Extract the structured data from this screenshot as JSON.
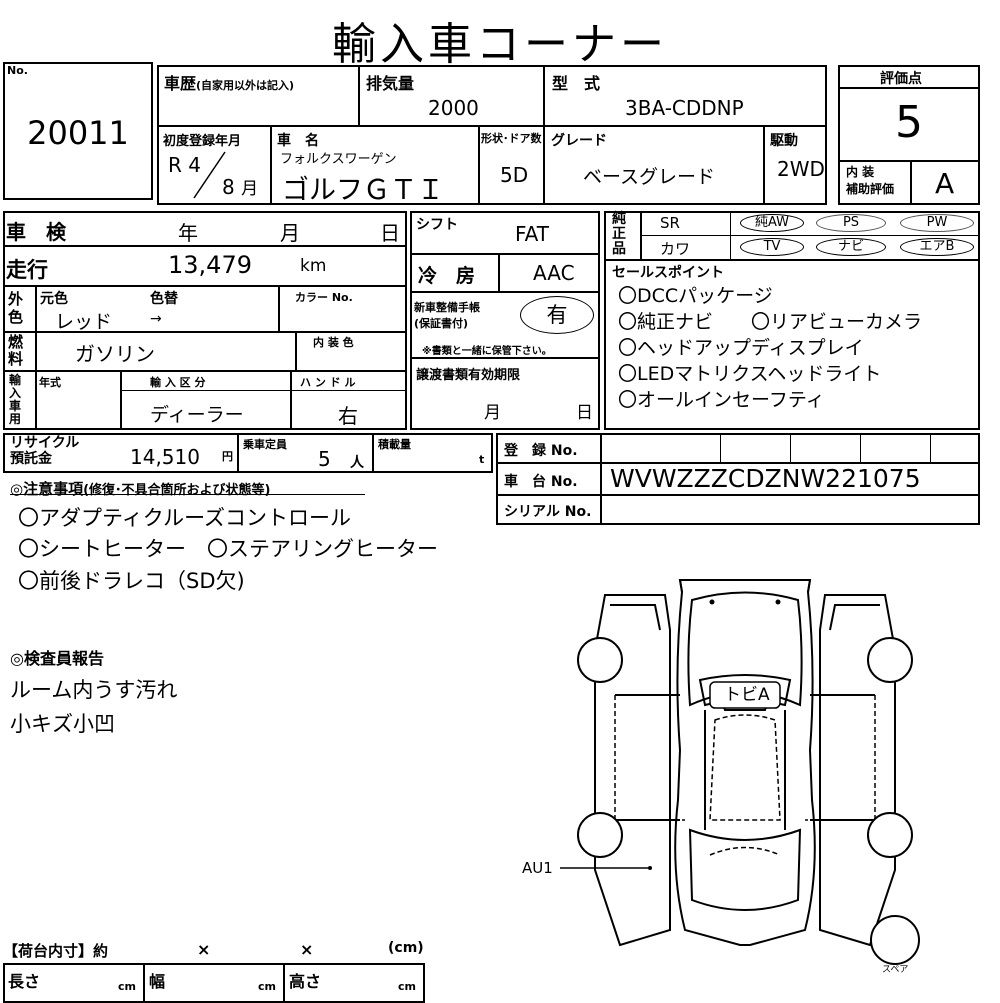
{
  "title": "輸入車コーナー",
  "lot": {
    "label": "No.",
    "value": "20011"
  },
  "history": {
    "label": "車歴",
    "note": "(自家用以外は記入)"
  },
  "displacement": {
    "label": "排気量",
    "value": "2000"
  },
  "model": {
    "label": "型　式",
    "value": "3BA-CDDNP"
  },
  "score": {
    "label": "評価点",
    "value": "5",
    "interior_label": "内 装\n補助評価",
    "interior_value": "A"
  },
  "first_reg": {
    "label": "初度登録年月",
    "era": "R",
    "year": "4",
    "month": "8",
    "month_unit": "月"
  },
  "car_name": {
    "label": "車　名",
    "maker": "フォルクスワーゲン",
    "name": "ゴルフＧＴＩ"
  },
  "doors": {
    "label": "形状･ドア数",
    "value": "5D"
  },
  "grade": {
    "label": "グレード",
    "value": "ベースグレード"
  },
  "drive": {
    "label": "駆動",
    "value": "2WD"
  },
  "inspection": {
    "label": "車　検",
    "year": "年",
    "month": "月",
    "day": "日"
  },
  "shift": {
    "label": "シフト",
    "value": "FAT"
  },
  "equipment": {
    "label": "純正品",
    "items": [
      "SR",
      "純AW",
      "PS",
      "PW",
      "カワ",
      "TV",
      "ナビ",
      "エアB"
    ]
  },
  "mileage": {
    "label": "走行",
    "value": "13,479",
    "unit": "km"
  },
  "aircon": {
    "label": "冷　房",
    "value": "AAC"
  },
  "sales_points": {
    "label": "セールスポイント",
    "items": [
      "〇DCCパッケージ",
      "〇純正ナビ　　〇リアビューカメラ",
      "〇ヘッドアップディスプレイ",
      "〇LEDマトリクスヘッドライト",
      "〇オールインセーフティ"
    ]
  },
  "color": {
    "side_label": "外色",
    "original_label": "元色",
    "original": "レッド",
    "repaint_label": "色替",
    "repaint": "→",
    "color_no_label": "カラー No."
  },
  "manual": {
    "label": "新車整備手帳\n(保証書付)",
    "value": "有",
    "note": "※書類と一緒に保管下さい。"
  },
  "fuel": {
    "label": "燃料",
    "value": "ガソリン",
    "interior_color_label": "内 装 色"
  },
  "import": {
    "side_label": "輸入車用",
    "year_label": "年式",
    "category_label": "輸 入 区 分",
    "category": "ディーラー",
    "handle_label": "ハ ン ド ル",
    "handle": "右"
  },
  "transfer": {
    "label": "譲渡書類有効期限",
    "month": "月",
    "day": "日"
  },
  "recycle": {
    "label": "リサイクル\n預託金",
    "value": "14,510",
    "unit": "円"
  },
  "capacity": {
    "label": "乗車定員",
    "value": "5",
    "unit": "人"
  },
  "load": {
    "label": "積載量",
    "unit": "t"
  },
  "registration": {
    "label": "登　録 No."
  },
  "chassis": {
    "label": "車　台 No.",
    "value": "WVWZZZCDZNW221075"
  },
  "serial": {
    "label": "シリアル No."
  },
  "notes": {
    "label": "◎注意事項",
    "sub": "(修復･不具合箇所および状態等)",
    "items": [
      "〇アダプティクルーズコントロール",
      "〇シートヒーター　〇ステアリングヒーター",
      "〇前後ドラレコ（SD欠)"
    ]
  },
  "inspector": {
    "label": "◎検査員報告",
    "items": [
      "ルーム内うす汚れ",
      "小キズ小凹"
    ]
  },
  "diagram": {
    "roof_mark": "トビA",
    "side_mark": "AU1",
    "spare": "スペア"
  },
  "cargo": {
    "label": "【荷台内寸】約",
    "x1": "×",
    "x2": "×",
    "unit": "(cm)",
    "length": "長さ",
    "width": "幅",
    "height": "高さ",
    "cm": "cm"
  }
}
